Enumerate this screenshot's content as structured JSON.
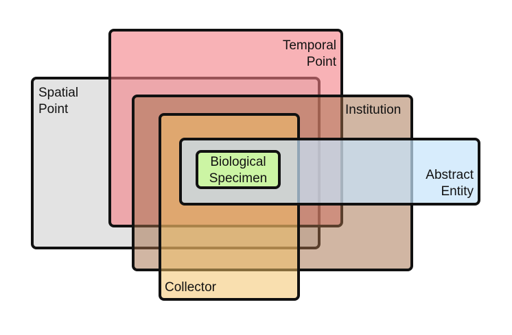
{
  "diagram": {
    "labels": {
      "temporal_point": "Temporal\nPoint",
      "spatial_point": "Spatial\nPoint",
      "institution": "Institution",
      "abstract_entity": "Abstract\nEntity",
      "collector": "Collector",
      "biological_specimen": "Biological\nSpecimen"
    },
    "colors": {
      "spatial_point": "#e3e3e3",
      "temporal_point": "#f47f86",
      "institution": "#a46e48",
      "collector": "#f3c165",
      "abstract_entity": "#c6e4fb",
      "biological_specimen": "#ccf5a4",
      "outline": "#111111"
    }
  }
}
